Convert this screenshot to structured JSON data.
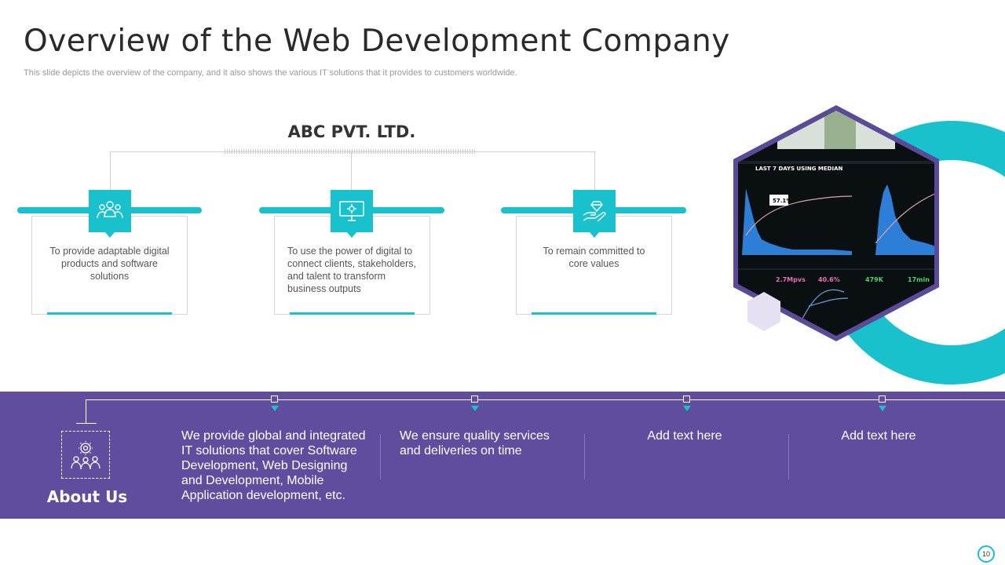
{
  "slide": {
    "title": "Overview of the Web Development Company",
    "subtitle": "This slide depicts the overview of the company, and it also shows the various IT solutions that it provides to customers worldwide.",
    "page_number": "10"
  },
  "company": {
    "name": "ABC PVT. LTD.",
    "cards": [
      {
        "icon": "team-icon",
        "text": "To provide adaptable digital products and software solutions"
      },
      {
        "icon": "monitor-gear-icon",
        "text": "To use the power of digital to connect clients, stakeholders, and talent to transform business outputs"
      },
      {
        "icon": "hand-diamond-icon",
        "text": "To remain committed to core values"
      }
    ]
  },
  "image": {
    "heading": "LAST 7 DAYS USING MEDIAN",
    "value_label": "57.1%",
    "stats": [
      "2.7Mpvs",
      "40.6%",
      "479K",
      "17min"
    ]
  },
  "about": {
    "label": "About Us",
    "icon": "people-gear-icon",
    "items": [
      "We provide global and integrated IT solutions that cover Software Development, Web Designing and Development, Mobile Application development, etc.",
      "We ensure quality services and deliveries on time",
      "Add text here",
      "Add text here"
    ]
  },
  "colors": {
    "accent": "#18c1cb",
    "brand_purple": "#604d9e",
    "hex_border": "#5b4a98"
  }
}
